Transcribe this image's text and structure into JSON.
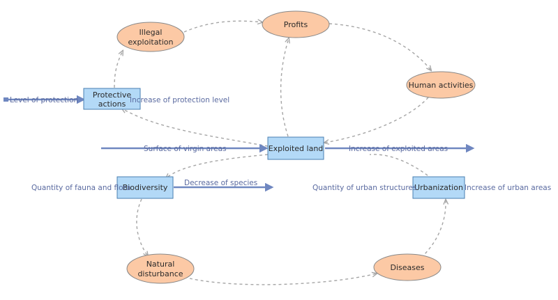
{
  "stocks": {
    "protective": [
      "Protective",
      "actions"
    ],
    "exploited": "Exploited land",
    "biodiversity": "Biodiversity",
    "urbanization": "Urbanization"
  },
  "auxiliaries": {
    "illegal": [
      "Illegal",
      "exploitation"
    ],
    "profits": "Profits",
    "human": "Human activities",
    "natural": [
      "Natural",
      "disturbance"
    ],
    "diseases": "Diseases"
  },
  "flows": {
    "level_protection": "Level of protection",
    "increase_protection": "Increase of protection level",
    "surface_virgin": "Surface of virgin areas",
    "increase_exploited": "Increase of exploited areas",
    "fauna_flora": "Quantity of fauna and flora",
    "decrease_species": "Decrease of species",
    "urban_structures": "Quantity of urban structures",
    "increase_urban": "Increase of urban areas"
  },
  "colors": {
    "stock_fill": "#b3d9f7",
    "aux_fill": "#fcc9a5",
    "flow": "#6f87c0",
    "link": "#a5a5a5",
    "label": "#5a6aa0"
  }
}
